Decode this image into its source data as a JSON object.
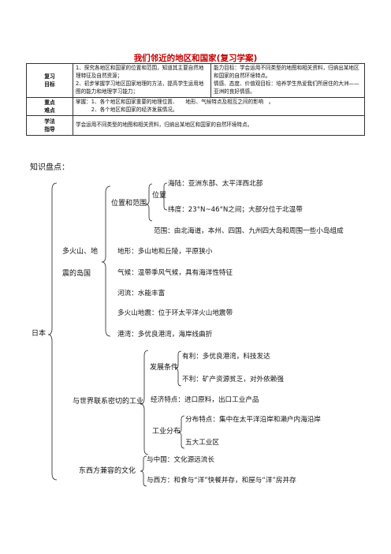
{
  "title": "我们邻近的地区和国家(复习学案)",
  "table": {
    "goal_head": "复习\n目标",
    "goal_left": [
      "1、探究各地区和国家的位置和范围，知道其主要自然地理特征及自然资源；",
      "2、初步掌握学习地区国家地理的方法，提高学生运用地图的能力和地理学习能力；"
    ],
    "goal_right": [
      "能力目标：学会运用不同类型的地图和相关资料，归纳出某地区和国家的自然环境特点。",
      "情感、态度、价值观目标：培养学生热爱我们所居住的大洲——亚洲的良好情感。"
    ],
    "key_head": "重点\n难点",
    "key_text": [
      "掌握：1、各个地区和国家重要的地理位置、　　地形、气候特点及相互之间的影响　。",
      "　　　2、各个地区和国家的经济发展情况。"
    ],
    "method_head": "学法\n指导",
    "method_text": "学会运用不同类型的地图和相关资料，归纳出某地区和国家的自然环境特点。"
  },
  "section": "知识盘点：",
  "tree": {
    "root": "日本",
    "b1": {
      "label1": "多火山、地",
      "label2": "震的岛国",
      "pos_range": "位置和范围",
      "pos": "位置",
      "sea_land": "海陆：亚洲东部、太平洋西北部",
      "latitude": "纬度：23°N~46°N之间；大部分位于北温带",
      "extent": "范围：由北海道，本州、四国、九州四大岛和周围一些小岛组成",
      "terrain": "地形：多山地和丘陵，平原狭小",
      "climate": "气候：温带季风气候，具有海洋性特征",
      "river": "河流：水能丰富",
      "volcano": "多火山地震：位于环太平洋火山地震带",
      "harbor": "港湾：多优良港湾，海岸线曲折"
    },
    "b2": {
      "label": "与世界联系密切的工业",
      "conditions": "发展条件",
      "good": "有利：多优良港湾，科技发达",
      "bad": "不利：矿产资源贫乏，对外依赖强",
      "econ": "经济特点：进口原料，出口工业产品",
      "dist": "工业分布",
      "dist_feature": "分布特点：集中在太平洋沿岸和濑户内海沿岸",
      "five": "五大工业区"
    },
    "b3": {
      "label": "东西方兼容的文化",
      "china": "与中国：文化源远流长",
      "west": "与西方：和食与“洋”快餐并存，和屋与“洋”房并存"
    }
  }
}
